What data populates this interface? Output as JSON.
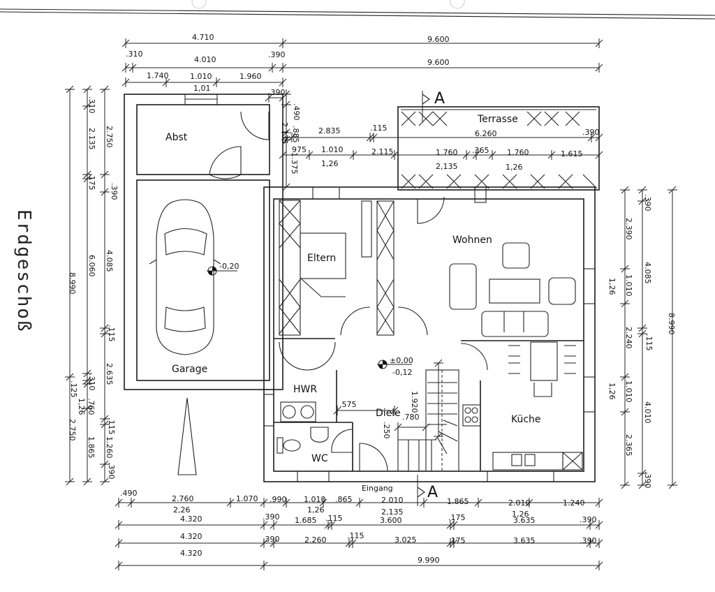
{
  "title": "Erdgeschoß",
  "rooms": {
    "abst": "Abst",
    "garage": "Garage",
    "eltern": "Eltern",
    "wohnen": "Wohnen",
    "hwr": "HWR",
    "diele": "Diele",
    "kueche": "Küche",
    "wc": "WC",
    "terrasse": "Terrasse",
    "eingang": "Eingang"
  },
  "levels": {
    "garage": "-0,20",
    "diele_top": "±0,00",
    "diele_bottom": "-0,12"
  },
  "section_marker": "A",
  "dims": {
    "top1": [
      "4.710",
      "9.600"
    ],
    "top2": [
      ".310",
      "4.010",
      ".390",
      "9.600"
    ],
    "top3": [
      "1.740",
      "1.010",
      "1.960",
      "1,01",
      ".390"
    ],
    "terrace1": [
      "2.835",
      ".115",
      "6.260",
      ".390"
    ],
    "terrace2": [
      "975",
      "1.010",
      "2.115",
      "1.760",
      ".365",
      "1.760",
      "1.615",
      "1,26",
      "2,135",
      "1,26"
    ],
    "connector": [
      ".490",
      "2.135",
      ".885",
      "1.375"
    ],
    "left_outer": [
      "8.990",
      "2.750"
    ],
    "left_mid": [
      ".310",
      "2.135",
      ".175",
      "6.060",
      ".310",
      ".125",
      "1,26",
      ".760",
      "1.865"
    ],
    "left_inner": [
      "2.750",
      ".390",
      "4.085",
      ".115",
      "2.635",
      ".115",
      "1.260",
      ".390"
    ],
    "right_inner": [
      "2.390",
      "1,26",
      "1.010",
      "2.240",
      "1,26",
      "1.010",
      "2.365"
    ],
    "right_mid": [
      ".390",
      "4.085",
      ".115",
      "4.010",
      ".390"
    ],
    "right_outer": [
      "8.990"
    ],
    "bottom1": [
      ".490",
      "2.760",
      "2,26",
      "1.070",
      ".990",
      "1.010",
      "1,26",
      ".865",
      "2.010",
      "2,135",
      "1.865",
      "2.010",
      "1,26",
      "1.240"
    ],
    "bottom2": [
      "4.320",
      ".390",
      "1.685",
      ".115",
      "3.600",
      ".175",
      "3.635",
      ".390"
    ],
    "bottom3": [
      "4.320",
      ".390",
      "2.260",
      ".115",
      "3.025",
      ".175",
      "3.635",
      ".390"
    ],
    "bottom4": [
      "4.320",
      "9.990"
    ],
    "interior": [
      ".575",
      "1.920",
      ".780",
      ".250"
    ]
  }
}
